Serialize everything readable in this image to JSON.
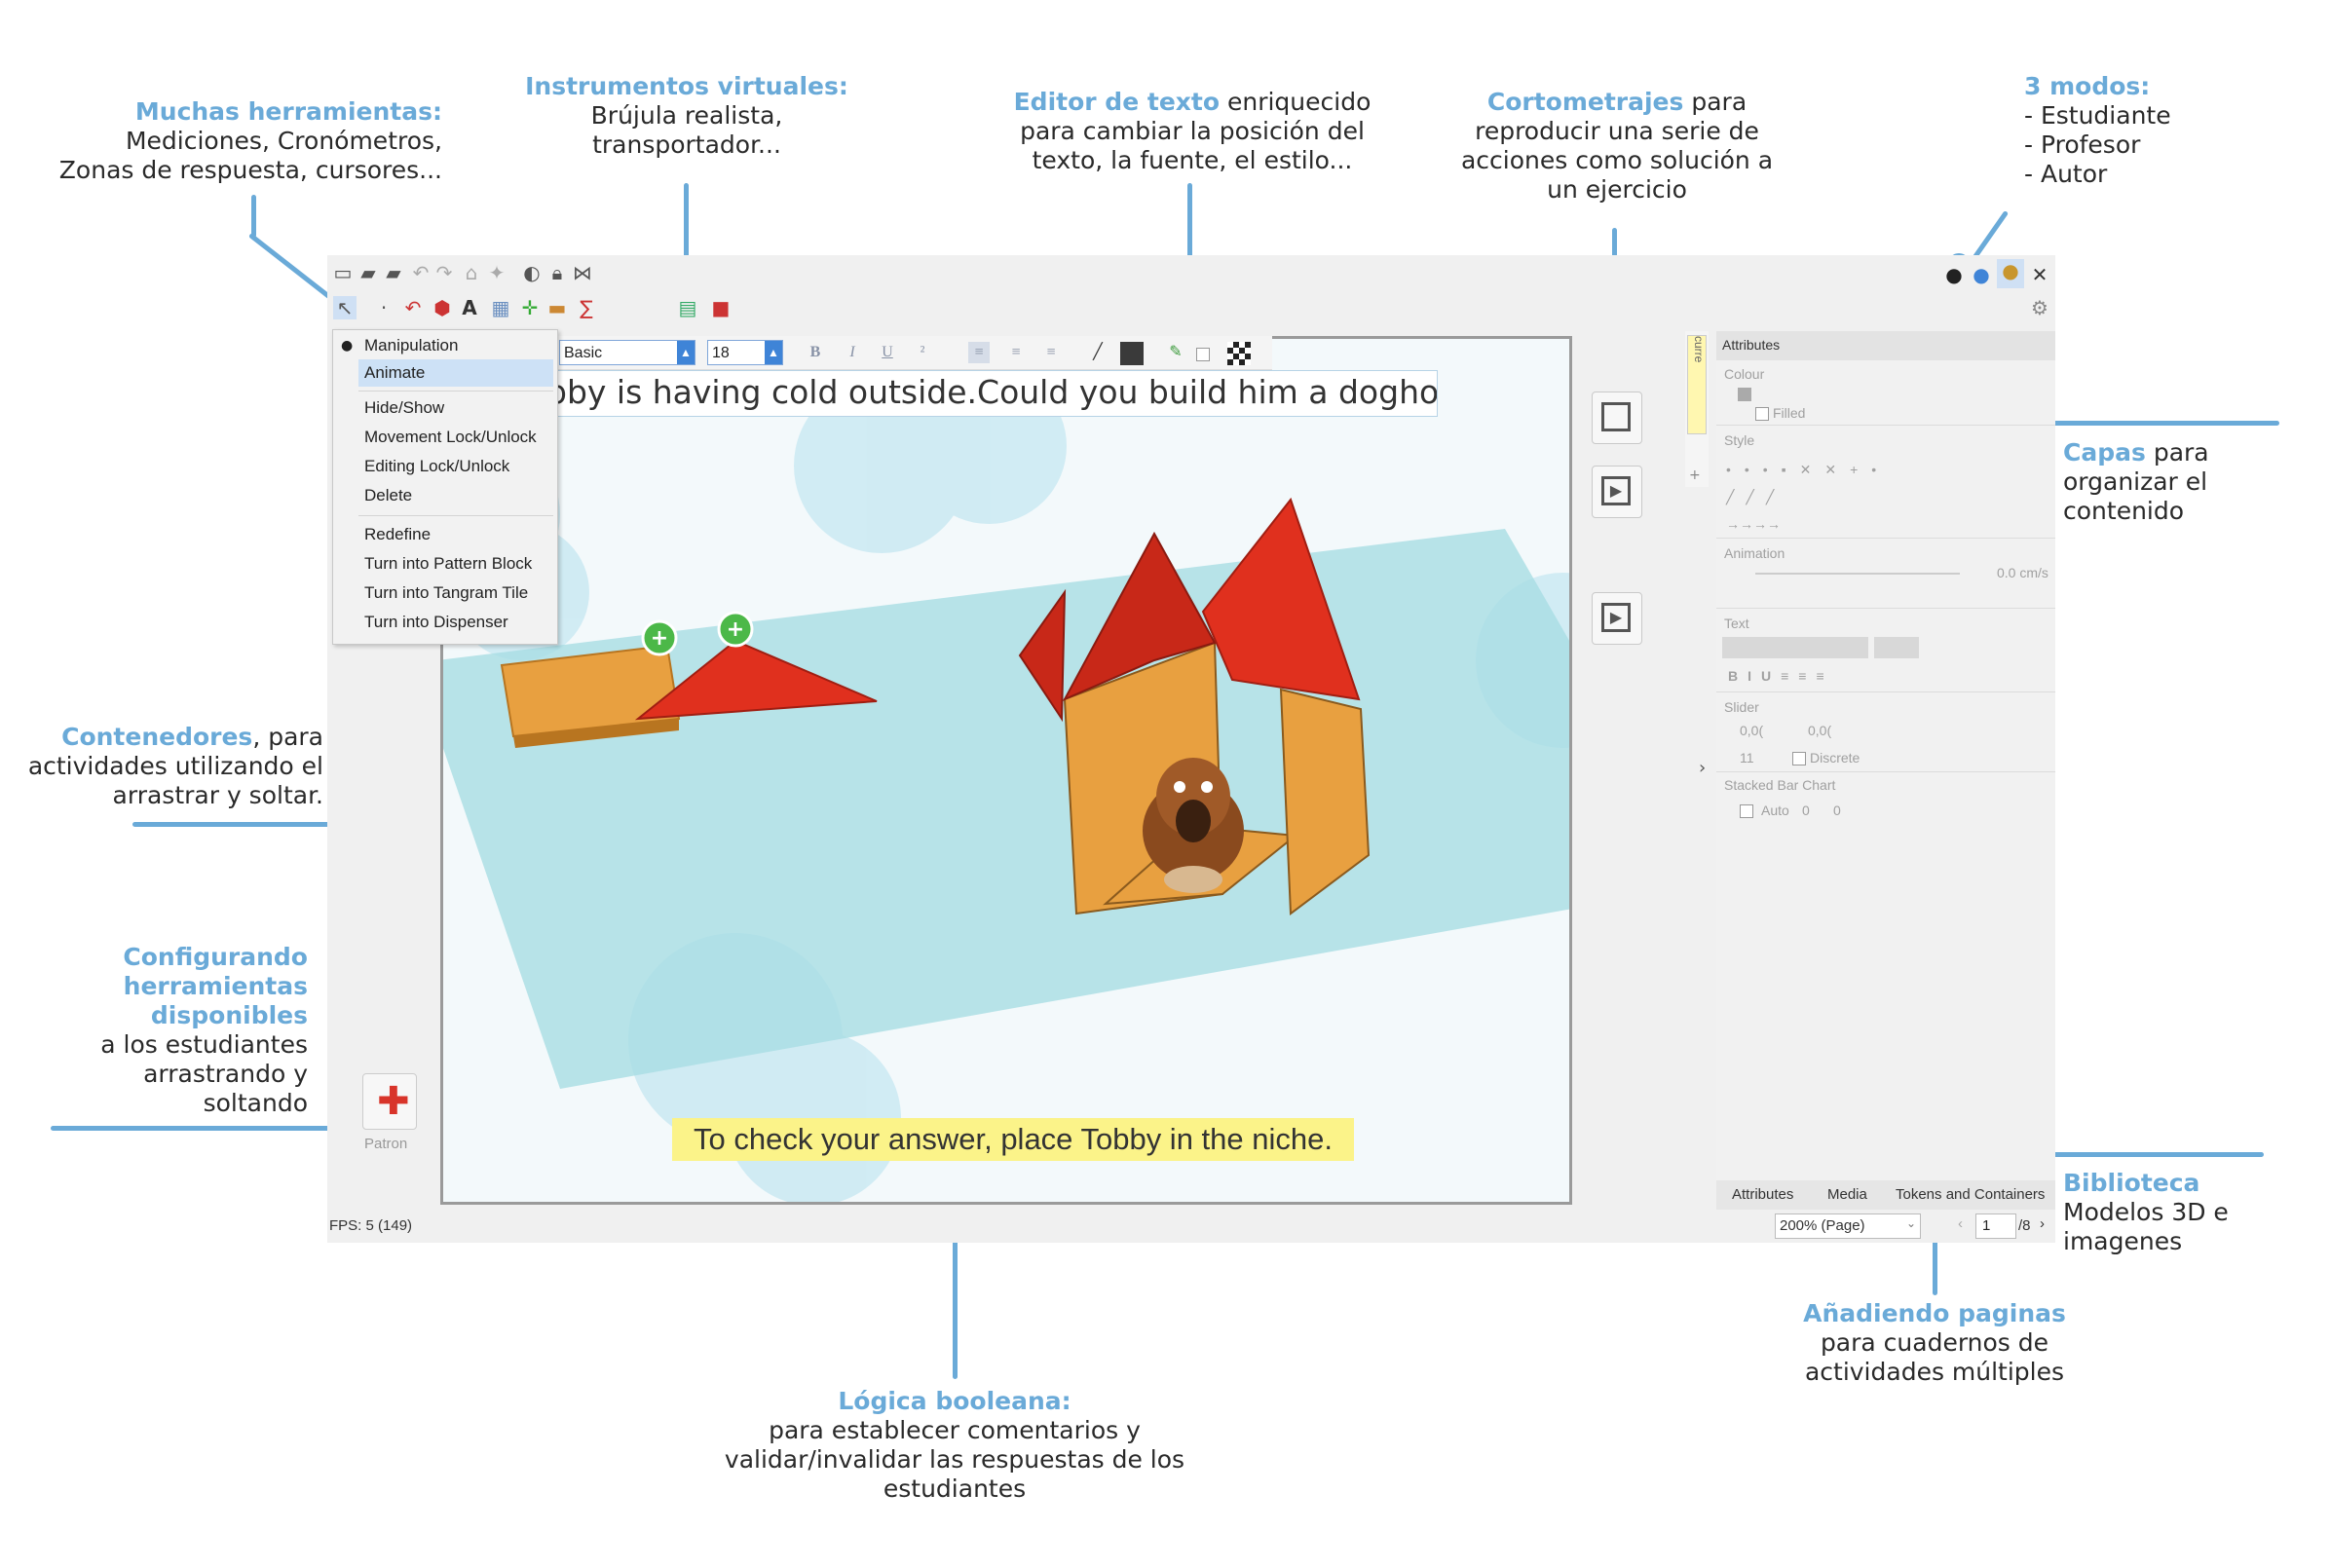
{
  "annotations": {
    "tools": {
      "title": "Muchas herramientas:",
      "lines": [
        "Mediciones, Cronómetros,",
        "Zonas de respuesta, cursores..."
      ]
    },
    "instruments": {
      "title": "Instrumentos virtuales:",
      "lines": [
        "Brújula realista,",
        "transportador..."
      ]
    },
    "editor": {
      "title": "Editor de texto",
      "first_rest": " enriquecido",
      "lines": [
        "para cambiar la posición del",
        "texto, la fuente, el estilo..."
      ]
    },
    "shorts": {
      "title": "Cortometrajes",
      "first_rest": " para",
      "lines": [
        "reproducir una serie de",
        "acciones como solución a",
        "un ejercicio"
      ]
    },
    "modes": {
      "title": "3 modos:",
      "lines": [
        "- Estudiante",
        "- Profesor",
        "- Autor"
      ]
    },
    "layers": {
      "title": "Capas",
      "first_rest": " para",
      "lines": [
        "organizar el",
        "contenido"
      ]
    },
    "containers": {
      "title": "Contenedores",
      "first_rest": ", para",
      "lines": [
        "actividades utilizando el",
        "arrastrar y soltar."
      ]
    },
    "config": {
      "title_lines": [
        "Configurando",
        "herramientas",
        "disponibles"
      ],
      "lines": [
        "a los estudiantes",
        "arrastrando y",
        "soltando"
      ]
    },
    "library": {
      "title": "Biblioteca",
      "lines": [
        "Modelos 3D e",
        "imagenes"
      ]
    },
    "pages": {
      "title": "Añadiendo paginas",
      "lines": [
        "para cuadernos de",
        "actividades múltiples"
      ]
    },
    "boolean": {
      "title": "Lógica booleana:",
      "lines": [
        "para establecer comentarios y",
        "validar/invalidar las respuestas de los",
        "estudiantes"
      ]
    }
  },
  "app": {
    "menu": {
      "items": [
        "Manipulation",
        "Animate",
        "Hide/Show",
        "Movement Lock/Unlock",
        "Editing Lock/Unlock",
        "Delete",
        "Redefine",
        "Turn into Pattern Block",
        "Turn into Tangram Tile",
        "Turn into Dispenser"
      ],
      "selected_index": 1
    },
    "format_bar": {
      "style_value": "Basic",
      "size_value": "18",
      "bold": "B",
      "italic": "I",
      "underline": "U",
      "superscript": "²"
    },
    "canvas": {
      "question": "bby is having cold outside.Could you build him a doghouse?",
      "hint": "To check your answer, place Tobby in the niche.",
      "tool_label": "Patron"
    },
    "layer_tab": "curre",
    "panel": {
      "header": "Attributes",
      "colour": "Colour",
      "filled": "Filled",
      "style": "Style",
      "animation": "Animation",
      "speed": "0.0 cm/s",
      "text": "Text",
      "slider": "Slider",
      "slider_min": "0,0(",
      "slider_max": "0,0(",
      "slider_steps": "11",
      "discrete": "Discrete",
      "stacked": "Stacked Bar Chart",
      "auto": "Auto",
      "auto_a": "0",
      "auto_b": "0",
      "tabs": [
        "Attributes",
        "Media",
        "Tokens and Containers"
      ]
    },
    "status": {
      "fps": "FPS: 5 (149)",
      "zoom": "200% (Page)",
      "page": "1",
      "page_total": "/8"
    },
    "colors": {
      "accent": "#6aaad8",
      "highlight": "#fbf389",
      "shape_red": "#e0301e",
      "shape_orange": "#e8a040"
    }
  }
}
